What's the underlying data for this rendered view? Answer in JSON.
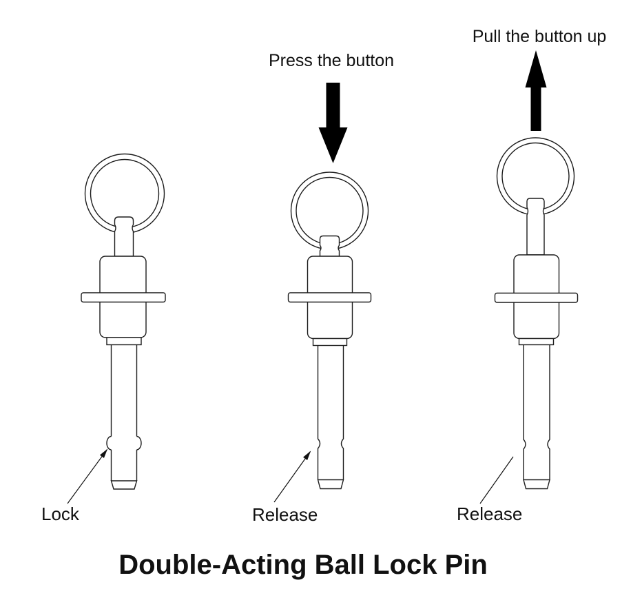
{
  "title": "Double-Acting Ball Lock Pin",
  "colors": {
    "line": "#1c1c1c",
    "text": "#111111",
    "arrow": "#000000",
    "background": "#ffffff"
  },
  "figures": [
    {
      "id": "locked",
      "label": "Lock",
      "instruction": "",
      "arrow": "none",
      "ball_state": "extended"
    },
    {
      "id": "release-press",
      "label": "Release",
      "instruction": "Press the button",
      "arrow": "down",
      "ball_state": "retracted"
    },
    {
      "id": "release-pull",
      "label": "Release",
      "instruction": "Pull the button up",
      "arrow": "up",
      "ball_state": "retracted"
    }
  ]
}
